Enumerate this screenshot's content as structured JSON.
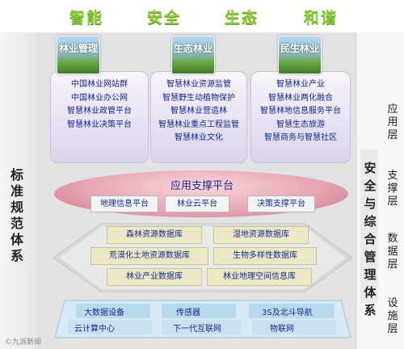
{
  "banner": {
    "words": [
      "智能",
      "安全",
      "生态",
      "和谐"
    ]
  },
  "left_label": "标准规范体系",
  "right_label": "安全与综合管理体系",
  "layers": [
    "应用层",
    "支撑层",
    "数据层",
    "设施层"
  ],
  "apps": [
    {
      "title": "林业管理",
      "items": [
        "中国林业网站群",
        "中国林业办公网",
        "智慧林业政管平台",
        "智慧林业决策平台"
      ]
    },
    {
      "title": "生态林业",
      "items": [
        "智慧林业资源监管",
        "智慧野生动植物保护",
        "智慧林业营造林",
        "智慧林业重点工程监管",
        "智慧林业文化"
      ]
    },
    {
      "title": "民生林业",
      "items": [
        "智慧林业产业",
        "智慧林业两化融合",
        "智慧林地信息服务平台",
        "智慧生态旅游",
        "智慧商务与智慧社区"
      ]
    }
  ],
  "support": {
    "title": "应用支撑平台",
    "items": [
      "地理信息平台",
      "林业云平台",
      "决策支撑平台"
    ]
  },
  "databases": [
    "森林资源数据库",
    "湿地资源数据库",
    "荒漠化土地资源数据库",
    "生物多样性数据库",
    "林业产业数据库",
    "林业地理空间信息库"
  ],
  "infrastructure": [
    "大数据设备",
    "传感器",
    "3S及北斗导航",
    "云计算中心",
    "下一代互联网",
    "物联网"
  ],
  "watermark": "©九派新闻",
  "colors": {
    "banner": "#8fce3c",
    "text": "#1a2a8a",
    "ellipse": "#e7a7b4",
    "db_fill": "#ece8c6",
    "infra_fill": "#b9d9ec"
  }
}
